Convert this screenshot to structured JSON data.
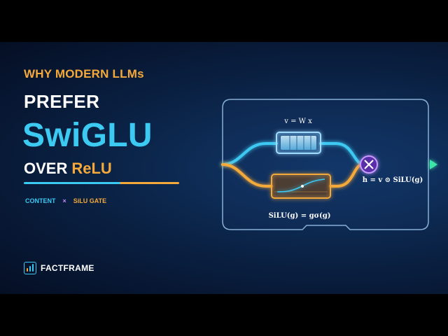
{
  "headline": {
    "eyebrow": "WHY MODERN LLMs",
    "line1": "PREFER",
    "highlight": "SwiGLU",
    "over": "OVER",
    "compare": "ReLU"
  },
  "legend": {
    "content_label": "CONTENT",
    "separator": "×",
    "gate_label": "SiLU GATE"
  },
  "brand": {
    "name": "FACTFRAME",
    "icon": "bar-chart-icon"
  },
  "diagram": {
    "top_formula": "v = W x",
    "gate_formula": "SiLU(g) = gσ(g)",
    "output_formula": "h = v ⊙ SiLU(g)",
    "multiply_icon": "multiply-icon"
  },
  "colors": {
    "content": "#3cc9f2",
    "gate": "#f4a93a",
    "multiply": "#a66bff",
    "output": "#3ee6a8",
    "background": "#0b2448"
  }
}
